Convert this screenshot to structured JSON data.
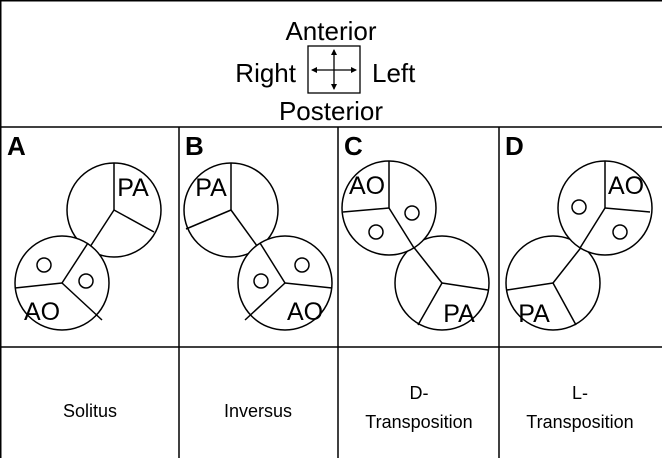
{
  "header": {
    "anterior": "Anterior",
    "right": "Right",
    "left": "Left",
    "posterior": "Posterior"
  },
  "panels": [
    {
      "letter": "A",
      "pa_label": "PA",
      "ao_label": "AO",
      "caption": [
        "Solitus"
      ]
    },
    {
      "letter": "B",
      "pa_label": "PA",
      "ao_label": "AO",
      "caption": [
        "Inversus"
      ]
    },
    {
      "letter": "C",
      "pa_label": "PA",
      "ao_label": "AO",
      "caption": [
        "D-",
        "Transposition"
      ]
    },
    {
      "letter": "D",
      "pa_label": "PA",
      "ao_label": "AO",
      "caption": [
        "L-",
        "Transposition"
      ]
    }
  ],
  "icons": {
    "orientation": "four-way-arrow-icon",
    "coronary_ostium": "circle-icon"
  }
}
